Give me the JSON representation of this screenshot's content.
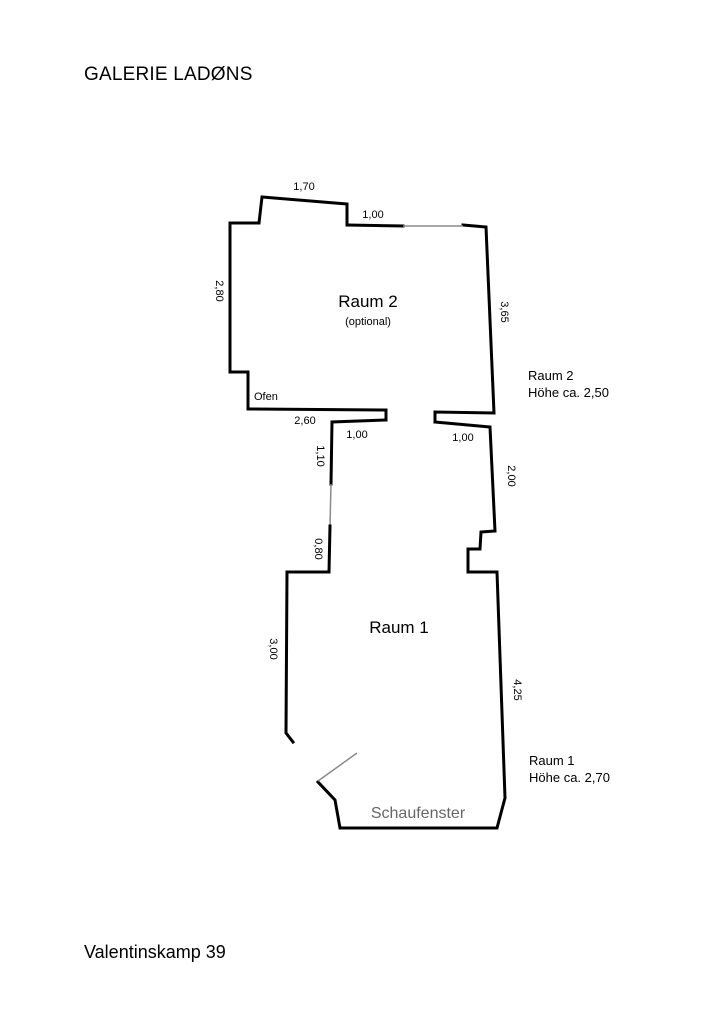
{
  "header": {
    "title": "GALERIE LADØNS"
  },
  "footer": {
    "address": "Valentinskamp 39"
  },
  "rooms": {
    "raum2": {
      "name": "Raum 2",
      "sub": "(optional)",
      "note_name": "Raum 2",
      "note_height": "Höhe ca. 2,50"
    },
    "raum1": {
      "name": "Raum 1",
      "note_name": "Raum 1",
      "note_height": "Höhe ca. 2,70"
    }
  },
  "labels": {
    "ofen": "Ofen",
    "schaufenster": "Schaufenster"
  },
  "dimensions": {
    "top_left": "1,70",
    "top_opening": "1,00",
    "r2_left": "2,80",
    "r2_right": "3,65",
    "r2_bottom": "2,60",
    "door_left": "1,00",
    "door_right": "1,00",
    "corridor_upper": "1,10",
    "corridor_lower": "0,80",
    "corridor_right": "2,00",
    "r1_left": "3,00",
    "r1_right": "4,25"
  }
}
